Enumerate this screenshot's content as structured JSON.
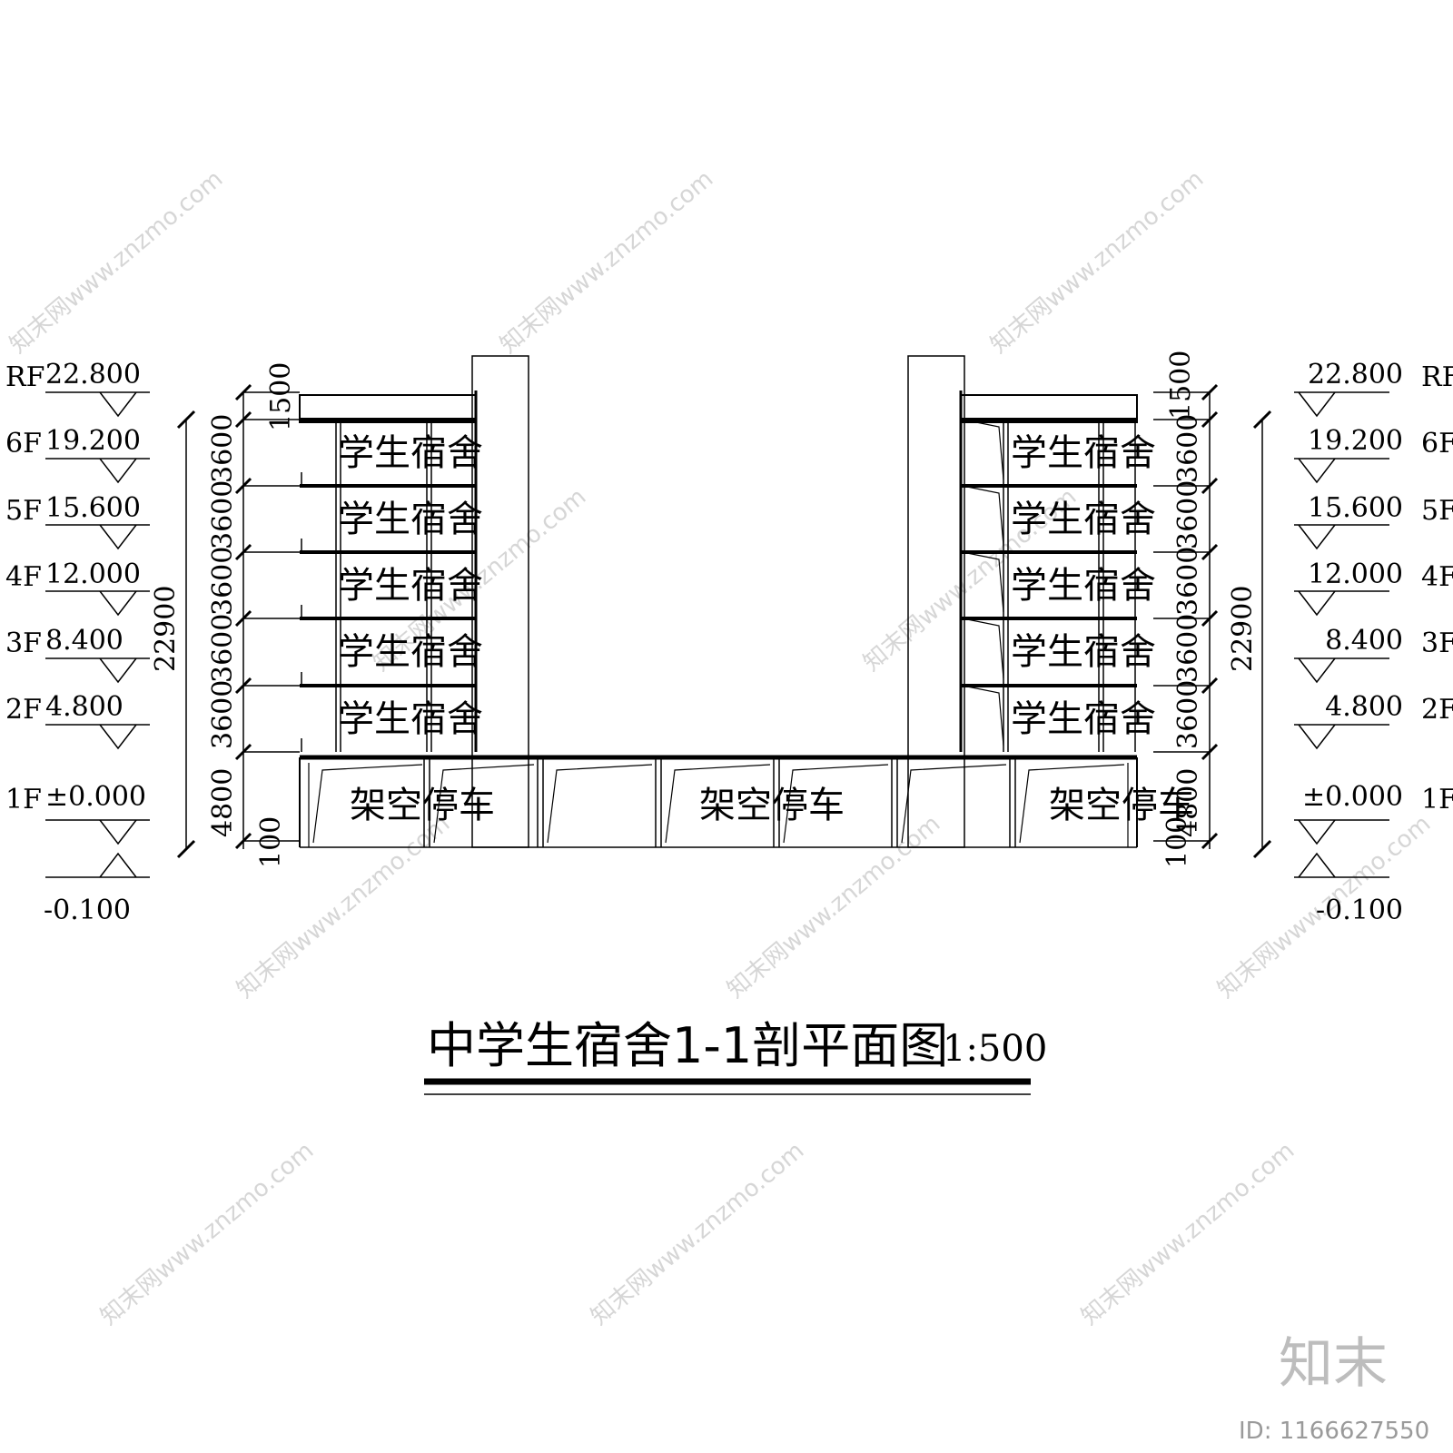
{
  "title": "中学生宿舍1-1剖平面图",
  "scale": "1:500",
  "levels": [
    {
      "floor": "RF",
      "elevation": "22.800"
    },
    {
      "floor": "6F",
      "elevation": "19.200"
    },
    {
      "floor": "5F",
      "elevation": "15.600"
    },
    {
      "floor": "4F",
      "elevation": "12.000"
    },
    {
      "floor": "3F",
      "elevation": "8.400"
    },
    {
      "floor": "2F",
      "elevation": "4.800"
    },
    {
      "floor": "1F",
      "elevation": "±0.000"
    }
  ],
  "ground_elevation": "-0.100",
  "dimensions": {
    "parapet": "1500",
    "typical_floor": "3600",
    "ground_floor": "4800",
    "plinth": "100",
    "total": "22900"
  },
  "rooms": {
    "dorm": "学生宿舍",
    "parking": "架空停车"
  },
  "watermark": "知末网www.znzmo.com",
  "brand": "知末",
  "id_label": "ID: 1166627550"
}
